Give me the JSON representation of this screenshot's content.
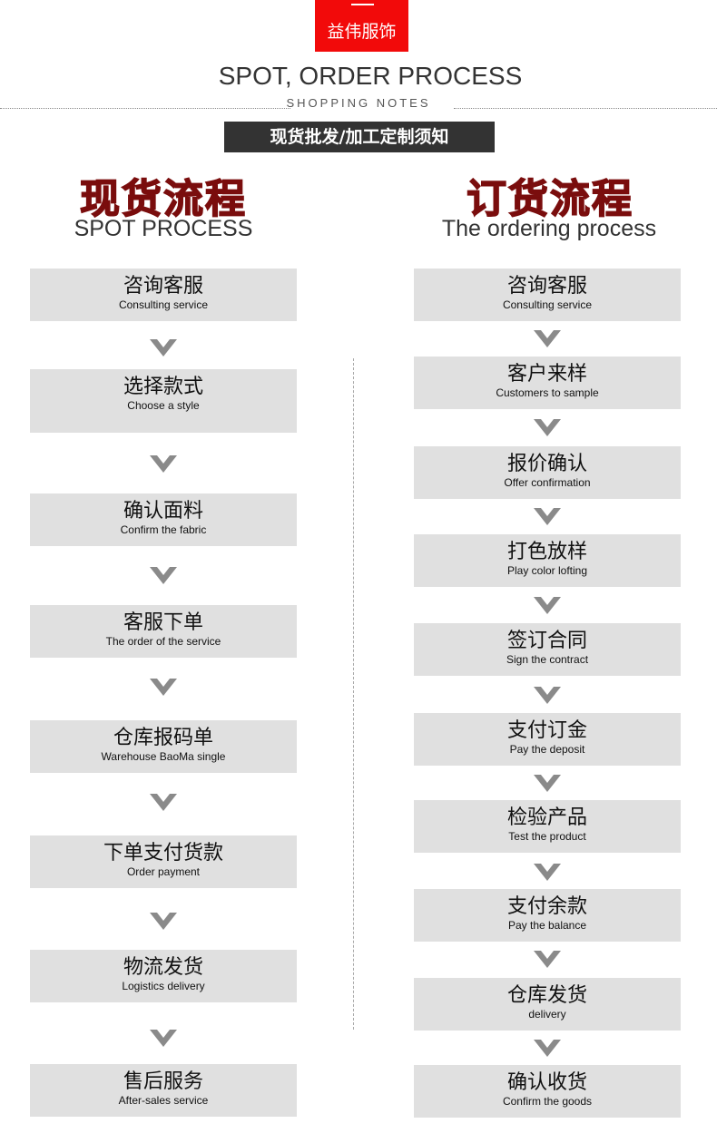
{
  "brand": "益伟服饰",
  "title": "SPOT, ORDER PROCESS",
  "subtitle": "SHOPPING NOTES",
  "banner": "现货批发/加工定制须知",
  "left": {
    "heading_cn": "现货流程",
    "heading_en": "SPOT PROCESS",
    "steps": [
      {
        "cn": "咨询客服",
        "en": "Consulting service"
      },
      {
        "cn": "选择款式",
        "en": "Choose a style"
      },
      {
        "cn": "确认面料",
        "en": "Confirm the fabric"
      },
      {
        "cn": "客服下单",
        "en": "The order of the service"
      },
      {
        "cn": "仓库报码单",
        "en": "Warehouse BaoMa single"
      },
      {
        "cn": "下单支付货款",
        "en": "Order payment"
      },
      {
        "cn": "物流发货",
        "en": "Logistics delivery"
      },
      {
        "cn": "售后服务",
        "en": "After-sales service"
      }
    ]
  },
  "right": {
    "heading_cn": "订货流程",
    "heading_en": "The ordering process",
    "steps": [
      {
        "cn": "咨询客服",
        "en": "Consulting service"
      },
      {
        "cn": "客户来样",
        "en": "Customers to sample"
      },
      {
        "cn": "报价确认",
        "en": "Offer confirmation"
      },
      {
        "cn": "打色放样",
        "en": "Play color lofting"
      },
      {
        "cn": "签订合同",
        "en": "Sign the contract"
      },
      {
        "cn": "支付订金",
        "en": "Pay the deposit"
      },
      {
        "cn": "检验产品",
        "en": "Test the product"
      },
      {
        "cn": "支付余款",
        "en": "Pay the balance"
      },
      {
        "cn": "仓库发货",
        "en": "delivery"
      },
      {
        "cn": "确认收货",
        "en": "Confirm the goods"
      }
    ]
  }
}
